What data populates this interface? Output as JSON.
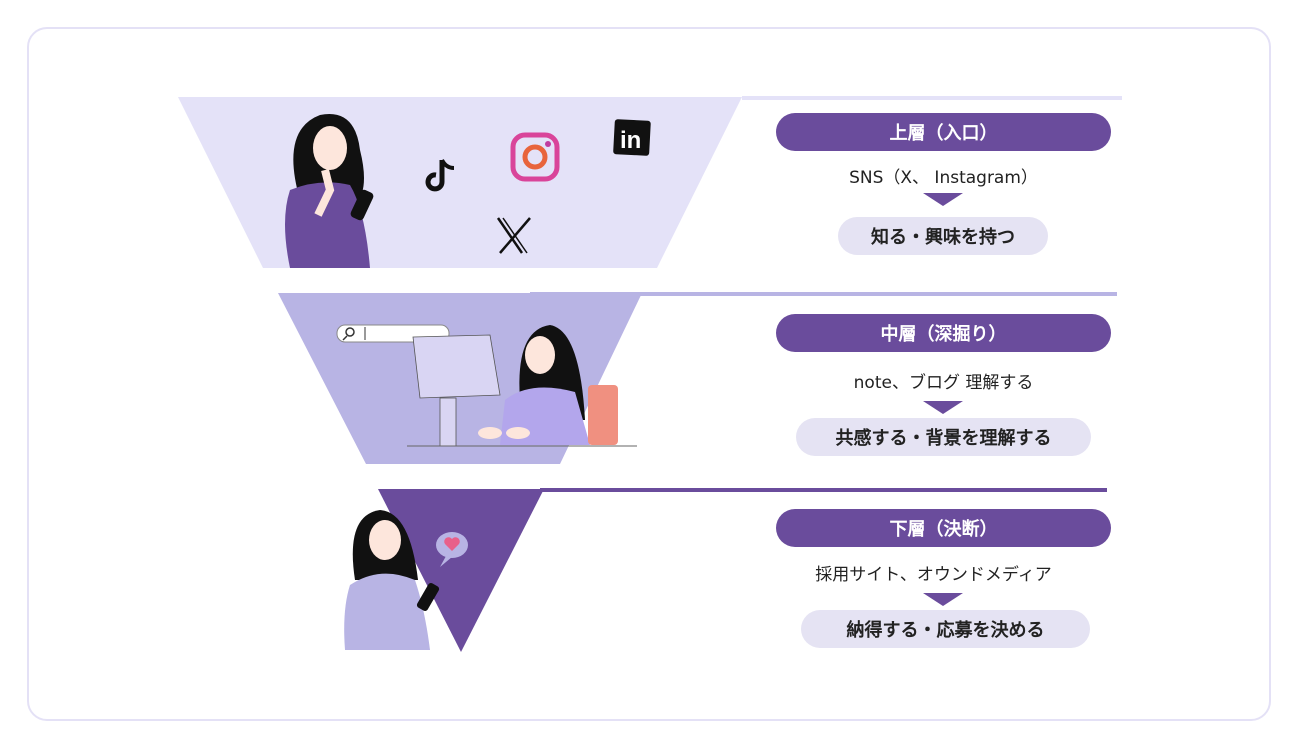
{
  "tiers": [
    {
      "title": "上層（入口）",
      "channels": "SNS（X、 Instagram）",
      "outcome": "知る・興味を持つ"
    },
    {
      "title": "中層（深掘り）",
      "channels": "note、ブログ 理解する",
      "outcome": "共感する・背景を理解する"
    },
    {
      "title": "下層（決断）",
      "channels": "採用サイト、オウンドメディア",
      "outcome": "納得する・応募を決める"
    }
  ],
  "icons": {
    "top": [
      "tiktok-icon",
      "instagram-icon",
      "linkedin-icon",
      "x-icon"
    ],
    "linkedin_text": "in"
  },
  "colors": {
    "tier1": "#e4e2f8",
    "tier2": "#b8b4e4",
    "tier3": "#6a4c9c",
    "pill": "#6a4c9c",
    "result": "#e5e3f3"
  }
}
